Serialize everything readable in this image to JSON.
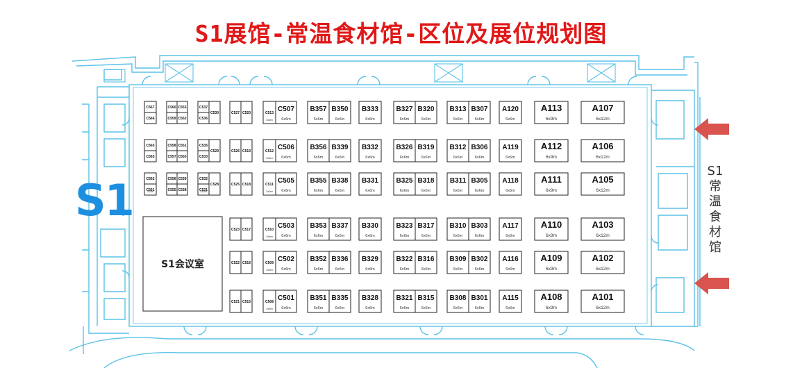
{
  "title": "S1展馆-常温食材馆-区位及展位规划图",
  "hall_name": "S1",
  "meeting_room": "S1会议室",
  "side_label": "S1常温食材馆",
  "colors": {
    "title": "#e01818",
    "wall": "#5bc2e7",
    "hall_name": "#1d8fe1",
    "arrow": "#d9534f"
  },
  "booth_rows": [
    {
      "booths": [
        {
          "id": "C567",
          "group": 1
        },
        {
          "id": "C566",
          "group": 1
        },
        {
          "id": "C560",
          "group": 2
        },
        {
          "id": "C553",
          "group": 2
        },
        {
          "id": "C559",
          "group": 2
        },
        {
          "id": "C552",
          "group": 2
        },
        {
          "id": "C537",
          "group": 3
        },
        {
          "id": "C530",
          "group": 3
        },
        {
          "id": "C536",
          "group": 3
        },
        {
          "id": "C527",
          "group": 4
        },
        {
          "id": "C520",
          "group": 4
        },
        {
          "id": "C513",
          "group": 5,
          "size": "3x6m"
        },
        {
          "id": "C507",
          "group": 5,
          "size": "6x6m"
        },
        {
          "id": "B357",
          "group": 6,
          "size": "6x6m"
        },
        {
          "id": "B350",
          "group": 6,
          "size": "6x6m"
        },
        {
          "id": "B333",
          "group": 7,
          "size": "6x6m"
        },
        {
          "id": "B327",
          "group": 8,
          "size": "6x6m"
        },
        {
          "id": "B320",
          "group": 8,
          "size": "6x6m"
        },
        {
          "id": "B313",
          "group": 9,
          "size": "6x6m"
        },
        {
          "id": "B307",
          "group": 9,
          "size": "6x6m"
        },
        {
          "id": "A120",
          "group": 10,
          "size": "6x6m"
        },
        {
          "id": "A113",
          "group": 11,
          "size": "6x9m"
        },
        {
          "id": "A107",
          "group": 12,
          "size": "6x12m"
        }
      ]
    },
    {
      "booths": [
        {
          "id": "C565",
          "group": 1
        },
        {
          "id": "C563",
          "group": 1
        },
        {
          "id": "C558",
          "group": 2
        },
        {
          "id": "C551",
          "group": 2
        },
        {
          "id": "C557",
          "group": 2
        },
        {
          "id": "C550",
          "group": 2
        },
        {
          "id": "C535",
          "group": 3
        },
        {
          "id": "C529",
          "group": 3
        },
        {
          "id": "C533",
          "group": 3
        },
        {
          "id": "C526",
          "group": 4
        },
        {
          "id": "C519",
          "group": 4
        },
        {
          "id": "C512",
          "group": 5,
          "size": "3x6m"
        },
        {
          "id": "C506",
          "group": 5,
          "size": "6x6m"
        },
        {
          "id": "B356",
          "group": 6,
          "size": "6x6m"
        },
        {
          "id": "B339",
          "group": 6,
          "size": "6x6m"
        },
        {
          "id": "B332",
          "group": 7,
          "size": "6x6m"
        },
        {
          "id": "B326",
          "group": 8,
          "size": "6x6m"
        },
        {
          "id": "B319",
          "group": 8,
          "size": "6x6m"
        },
        {
          "id": "B312",
          "group": 9,
          "size": "6x6m"
        },
        {
          "id": "B306",
          "group": 9,
          "size": "6x6m"
        },
        {
          "id": "A119",
          "group": 10,
          "size": "6x6m"
        },
        {
          "id": "A112",
          "group": 11,
          "size": "6x9m"
        },
        {
          "id": "A106",
          "group": 12,
          "size": "6x12m"
        }
      ]
    },
    {
      "booths": [
        {
          "id": "C562",
          "group": 1
        },
        {
          "id": "C561",
          "group": 1,
          "size": "3x3m"
        },
        {
          "id": "C556",
          "group": 2
        },
        {
          "id": "C539",
          "group": 2
        },
        {
          "id": "C555",
          "group": 2
        },
        {
          "id": "C538",
          "group": 2
        },
        {
          "id": "C532",
          "group": 3
        },
        {
          "id": "C528",
          "group": 3
        },
        {
          "id": "C531",
          "group": 3,
          "size": "3x3m"
        },
        {
          "id": "C525",
          "group": 4
        },
        {
          "id": "C518",
          "group": 4
        },
        {
          "id": "C511",
          "group": 5,
          "size": "3x6m"
        },
        {
          "id": "C505",
          "group": 5,
          "size": "6x6m"
        },
        {
          "id": "B355",
          "group": 6,
          "size": "6x6m"
        },
        {
          "id": "B338",
          "group": 6,
          "size": "6x6m"
        },
        {
          "id": "B331",
          "group": 7,
          "size": "6x6m"
        },
        {
          "id": "B325",
          "group": 8,
          "size": "6x6m"
        },
        {
          "id": "B318",
          "group": 8,
          "size": "6x6m"
        },
        {
          "id": "B311",
          "group": 9,
          "size": "6x6m"
        },
        {
          "id": "B305",
          "group": 9,
          "size": "6x6m"
        },
        {
          "id": "A118",
          "group": 10,
          "size": "6x6m"
        },
        {
          "id": "A111",
          "group": 11,
          "size": "6x9m"
        },
        {
          "id": "A105",
          "group": 12,
          "size": "6x12m"
        }
      ]
    },
    {
      "booths": [
        {
          "id": "C523",
          "group": 4
        },
        {
          "id": "C517",
          "group": 4
        },
        {
          "id": "C510",
          "group": 5,
          "size": "3x6m"
        },
        {
          "id": "C503",
          "group": 5,
          "size": "6x6m"
        },
        {
          "id": "B353",
          "group": 6,
          "size": "6x6m"
        },
        {
          "id": "B337",
          "group": 6,
          "size": "6x6m"
        },
        {
          "id": "B330",
          "group": 7,
          "size": "6x6m"
        },
        {
          "id": "B323",
          "group": 8,
          "size": "6x6m"
        },
        {
          "id": "B317",
          "group": 8,
          "size": "6x6m"
        },
        {
          "id": "B310",
          "group": 9,
          "size": "6x6m"
        },
        {
          "id": "B303",
          "group": 9,
          "size": "6x6m"
        },
        {
          "id": "A117",
          "group": 10,
          "size": "6x6m"
        },
        {
          "id": "A110",
          "group": 11,
          "size": "6x9m"
        },
        {
          "id": "A103",
          "group": 12,
          "size": "6x12m"
        }
      ]
    },
    {
      "booths": [
        {
          "id": "C522",
          "group": 4
        },
        {
          "id": "C516",
          "group": 4
        },
        {
          "id": "C509",
          "group": 5,
          "size": "3x6m"
        },
        {
          "id": "C502",
          "group": 5,
          "size": "6x6m"
        },
        {
          "id": "B352",
          "group": 6,
          "size": "6x6m"
        },
        {
          "id": "B336",
          "group": 6,
          "size": "6x6m"
        },
        {
          "id": "B329",
          "group": 7,
          "size": "6x6m"
        },
        {
          "id": "B322",
          "group": 8,
          "size": "6x6m"
        },
        {
          "id": "B316",
          "group": 8,
          "size": "6x6m"
        },
        {
          "id": "B309",
          "group": 9,
          "size": "6x6m"
        },
        {
          "id": "B302",
          "group": 9,
          "size": "6x6m"
        },
        {
          "id": "A116",
          "group": 10,
          "size": "6x6m"
        },
        {
          "id": "A109",
          "group": 11,
          "size": "6x9m"
        },
        {
          "id": "A102",
          "group": 12,
          "size": "6x12m"
        }
      ]
    },
    {
      "booths": [
        {
          "id": "C521",
          "group": 4
        },
        {
          "id": "C515",
          "group": 4
        },
        {
          "id": "C508",
          "group": 5,
          "size": "3x6m"
        },
        {
          "id": "C501",
          "group": 5,
          "size": "6x6m"
        },
        {
          "id": "B351",
          "group": 6,
          "size": "6x6m"
        },
        {
          "id": "B335",
          "group": 6,
          "size": "6x6m"
        },
        {
          "id": "B328",
          "group": 7,
          "size": "6x6m"
        },
        {
          "id": "B321",
          "group": 8,
          "size": "6x6m"
        },
        {
          "id": "B315",
          "group": 8,
          "size": "6x6m"
        },
        {
          "id": "B308",
          "group": 9,
          "size": "6x6m"
        },
        {
          "id": "B301",
          "group": 9,
          "size": "6x6m"
        },
        {
          "id": "A115",
          "group": 10,
          "size": "6x6m"
        },
        {
          "id": "A108",
          "group": 11,
          "size": "6x9m"
        },
        {
          "id": "A101",
          "group": 12,
          "size": "6x12m"
        }
      ]
    }
  ]
}
